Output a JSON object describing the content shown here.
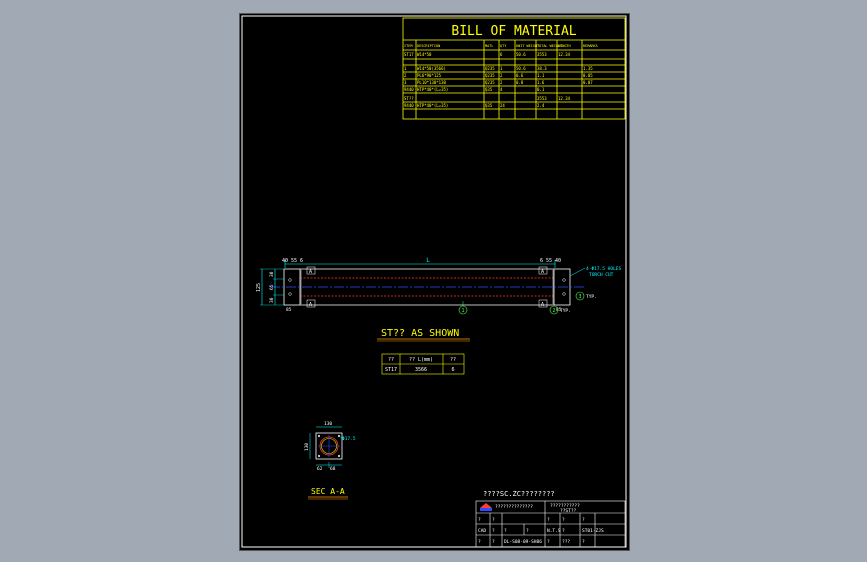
{
  "colors": {
    "background": "#a0a9b4",
    "paper": "#000000",
    "frame": "#ffffff",
    "table": "#ffff00",
    "dims": "#00ffff",
    "red": "#ff3b3b",
    "blue": "#2f4dff",
    "green": "#4cff4c",
    "orange": "#ff9900"
  },
  "bom": {
    "title": "BILL  OF  MATERIAL",
    "headers": [
      "ITEM",
      "DESCRIPTION",
      "MATL",
      "QTY",
      "UNIT WEIGHT",
      "TOTAL WEIGHT",
      "LENGTH",
      "REMARKS"
    ],
    "rows": [
      [
        "ST17",
        "W14*50",
        "",
        "6",
        "50.6",
        "3553",
        "12.34",
        ""
      ],
      [
        "1",
        "W14*50(3566)",
        "Q235",
        "1",
        "50.6",
        "38.3",
        "",
        "1.35"
      ],
      [
        "2",
        "PL6*90*125",
        "Q235",
        "2",
        "0.6",
        "1.1",
        "",
        "0.05"
      ],
      [
        "3",
        "PL10*130*130",
        "Q235",
        "2",
        "0.8",
        "1.6",
        "",
        "0.07"
      ],
      [
        "9440",
        "HTP*40*(L=35)",
        "Q35",
        "4",
        "",
        "0.1",
        "",
        ""
      ],
      [
        "ST??",
        "",
        "",
        "",
        "",
        "3553",
        "12.34",
        ""
      ],
      [
        "9440",
        "HTP*40*(L=35)",
        "Q35",
        "24",
        "",
        "2.4",
        "",
        ""
      ]
    ]
  },
  "drawing": {
    "dim_length": "L",
    "dim_left_offsets": "40 55 6",
    "dim_right_offsets": "6 55 40",
    "dim_height_total": "125",
    "dim_height_a": "30",
    "dim_height_b": "65",
    "dim_height_c": "30",
    "dim_bottom_left": "85",
    "dim_bottom_right": "85",
    "section_mark": "A",
    "holes_note_line1": "4-Φ17.5 HOLES",
    "holes_note_line2": "TORCH CUT",
    "typ_label": "TYP.",
    "typ_label_2": "TYP.",
    "callouts": [
      "1",
      "2",
      "3"
    ]
  },
  "assembly_caption": "ST?? AS SHOWN",
  "qty_table": {
    "headers": [
      "??",
      "?? L(mm)",
      "??"
    ],
    "row": [
      "ST17",
      "3566",
      "6"
    ]
  },
  "section": {
    "caption": "SEC  A-A",
    "dim_top": "130",
    "dim_left": "130",
    "hole_note": "Φ17.5",
    "dim_bottom_a": "62",
    "dim_bottom_b": "68"
  },
  "title_block": {
    "heading": "????SC.ZC????????",
    "company": "??????????????",
    "drawing_title": "???????????",
    "drawing_subtitle": "??ST??",
    "r1": [
      "?",
      "?",
      "",
      "",
      "?",
      "?",
      "?"
    ],
    "r2": [
      "CAD",
      "?",
      "?",
      "?",
      "N.T.S",
      "?",
      "ST01-ZJS"
    ],
    "r3": [
      "?",
      "?",
      "DL-S08-09-SH86",
      "?",
      "???",
      "?"
    ]
  }
}
